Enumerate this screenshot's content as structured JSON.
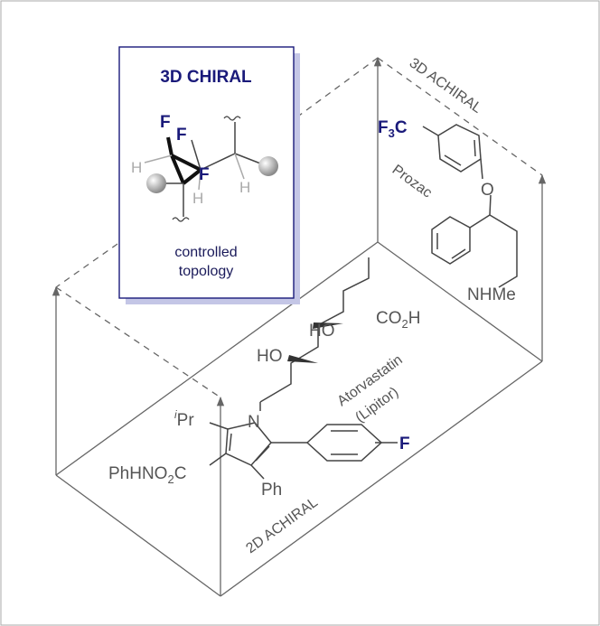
{
  "box": {
    "title": "3D CHIRAL",
    "caption_line1": "controlled",
    "caption_line2": "topology",
    "atoms": {
      "f1": "F",
      "f2": "F",
      "f3": "F",
      "h1": "H",
      "h2": "H",
      "h3": "H"
    }
  },
  "labels": {
    "achiral_2d": "2D ACHIRAL",
    "achiral_3d": "3D ACHIRAL",
    "atorvastatin_line1": "Atorvastatin",
    "atorvastatin_line2": "(Lipitor)",
    "prozac": "Prozac"
  },
  "atorvastatin": {
    "ho1": "HO",
    "ho2": "HO",
    "co2h": "CO",
    "co2h_sub": "2",
    "co2h_end": "H",
    "n": "N",
    "ipr_sup": "i",
    "ipr": "Pr",
    "amide": "PhHNO",
    "amide_sub": "2",
    "amide_end": "C",
    "ph": "Ph",
    "f": "F"
  },
  "prozac": {
    "f3c_f": "F",
    "f3c_sub": "3",
    "f3c_c": "C",
    "o": "O",
    "nhme": "NHMe"
  },
  "colors": {
    "accent": "#1a1a7a",
    "frame": "#666666",
    "shadow": "#c4c6e6"
  }
}
